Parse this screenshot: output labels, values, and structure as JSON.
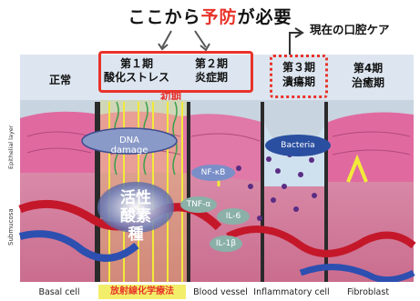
{
  "title": {
    "prefix": "ここから",
    "highlight": "予防",
    "suffix": "が必要"
  },
  "current_care_label": "現在の口腔ケア",
  "stages": {
    "normal": "正常",
    "stage1_title": "第１期",
    "stage1_sub": "酸化ストレス",
    "stage2_title": "第２期",
    "stage2_sub": "炎症期",
    "early": "初期",
    "stage3_title": "第３期",
    "stage3_sub": "潰瘍期",
    "stage4_title": "第4期",
    "stage4_sub": "治癒期"
  },
  "layers": {
    "epithelial": "Epithelial layer",
    "submucosa": "Submucosa"
  },
  "labels": {
    "dna_damage": "DNA damage",
    "ros_line1": "活性",
    "ros_line2": "酸素種",
    "nfkb": "NF-κB",
    "tnfa": "TNF-α",
    "il6": "IL-6",
    "il1b": "IL-1β",
    "bacteria": "Bacteria"
  },
  "bottom_labels": {
    "basal_cell": "Basal cell",
    "radiation": "放射線化学療法",
    "blood_vessel": "Blood vessel",
    "inflammatory": "Inflammatory cell",
    "fibroblast": "Fibroblast"
  },
  "colors": {
    "accent_red": "#e8332a",
    "header_bg": "#dde6f0",
    "tissue_pink": "#d8528f",
    "vessel_red": "#c4182a",
    "vessel_blue": "#2d4fb0"
  }
}
